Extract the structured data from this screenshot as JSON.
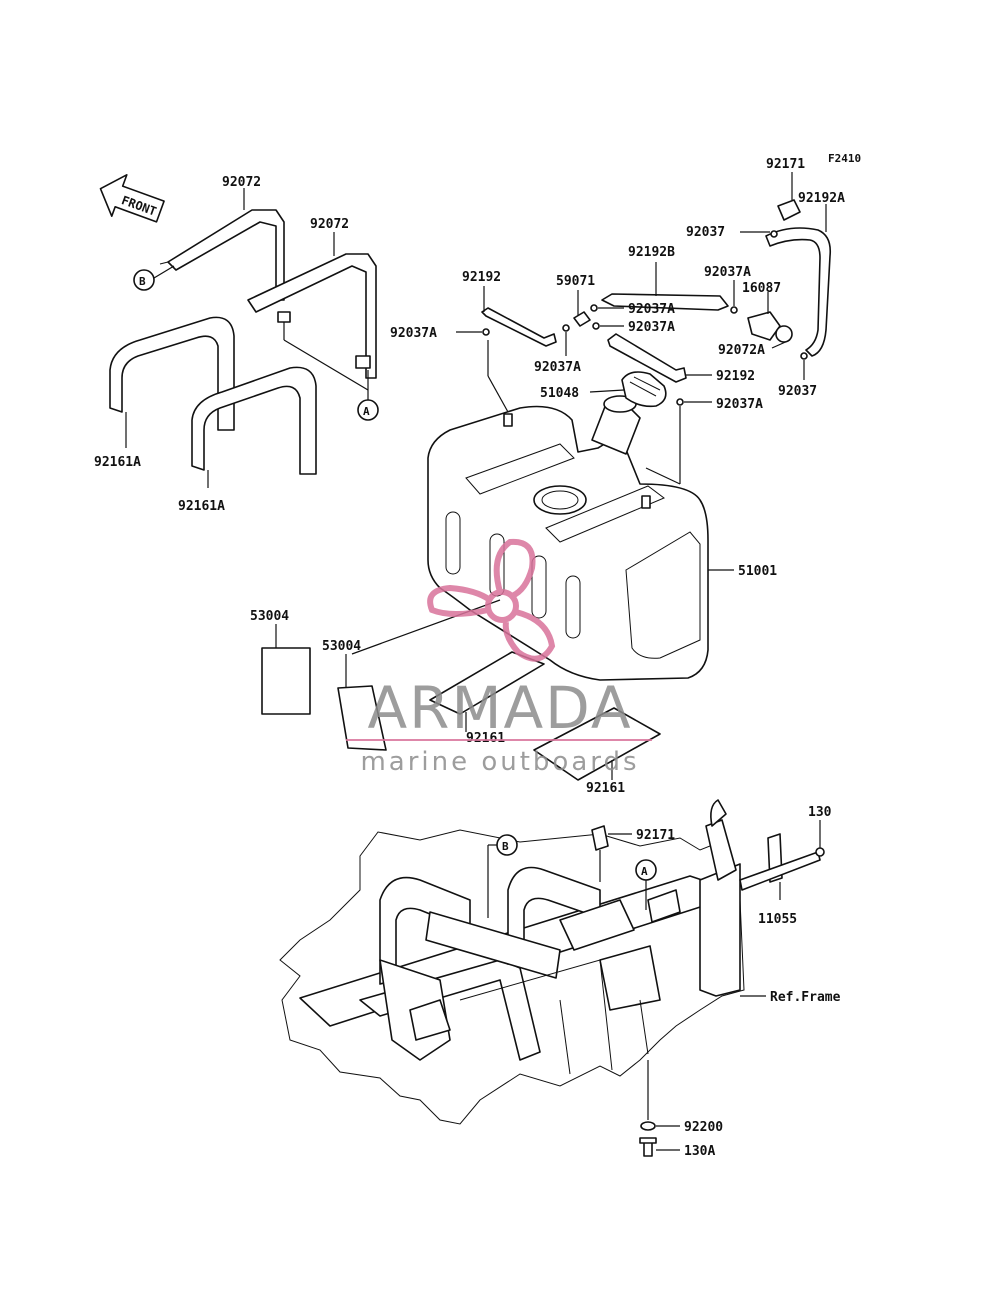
{
  "diagram": {
    "figure_code": "F2410",
    "front_label": "FRONT",
    "callouts": {
      "a": "A",
      "b": "B"
    },
    "labels": {
      "p92072_1": "92072",
      "p92072_2": "92072",
      "p92161A_1": "92161A",
      "p92161A_2": "92161A",
      "p92192_top": "92192",
      "p92037A_left": "92037A",
      "p59071": "59071",
      "p92192B": "92192B",
      "p92037A_a": "92037A",
      "p92037A_b": "92037A",
      "p92037A_c": "92037A",
      "p92037A_d": "92037A",
      "p92037A_e": "92037A",
      "p92171_top": "92171",
      "p92192A": "92192A",
      "p92037_top": "92037",
      "p16087": "16087",
      "p92072A": "92072A",
      "p92037_bottom": "92037",
      "p92192_mid": "92192",
      "p51048": "51048",
      "p51001": "51001",
      "p53004_1": "53004",
      "p53004_2": "53004",
      "p92161_1": "92161",
      "p92161_2": "92161",
      "p130": "130",
      "p92171_frame": "92171",
      "p11055": "11055",
      "p_ref_frame": "Ref.Frame",
      "p92200": "92200",
      "p130A": "130A"
    }
  },
  "watermark": {
    "brand": "ARMADA",
    "tagline": "marine outboards",
    "accent_color": "#d9739b",
    "text_color": "#8c8c8c"
  }
}
